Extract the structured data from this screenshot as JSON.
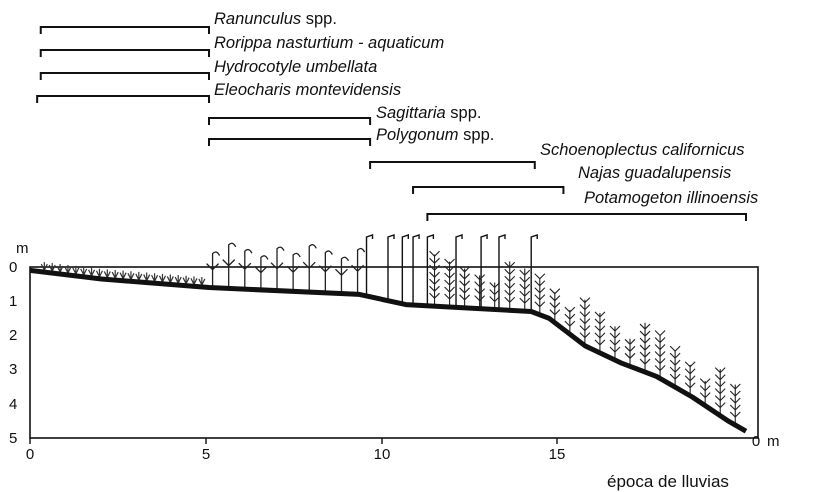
{
  "x_axis": {
    "unit": "m",
    "ticks": [
      "0",
      "5",
      "10",
      "15"
    ],
    "caption": "época de lluvias"
  },
  "y_axis": {
    "unit": "m",
    "ticks": [
      "0",
      "1",
      "2",
      "3",
      "4",
      "5"
    ]
  },
  "species": [
    {
      "genus": "Ranunculus",
      "suffix": " spp.",
      "range_m": [
        0.3,
        5.0
      ]
    },
    {
      "genus": "Rorippa nasturtium - aquaticum",
      "suffix": "",
      "range_m": [
        0.3,
        5.0
      ]
    },
    {
      "genus": "Hydrocotyle umbellata",
      "suffix": "",
      "range_m": [
        0.3,
        5.0
      ]
    },
    {
      "genus": "Eleocharis montevidensis",
      "suffix": "",
      "range_m": [
        0.2,
        5.0
      ]
    },
    {
      "genus": "Sagittaria",
      "suffix": " spp.",
      "range_m": [
        5.0,
        9.5
      ]
    },
    {
      "genus": "Polygonum",
      "suffix": " spp.",
      "range_m": [
        5.0,
        9.5
      ]
    },
    {
      "genus": "Schoenoplectus californicus",
      "suffix": "",
      "range_m": [
        9.5,
        14.1
      ]
    },
    {
      "genus": "Najas guadalupensis",
      "suffix": "",
      "range_m": [
        10.7,
        14.9
      ]
    },
    {
      "genus": "Potamogeton illinoensis",
      "suffix": "",
      "range_m": [
        11.1,
        20.0
      ]
    }
  ],
  "profile_depth_m": [
    [
      0,
      0.1
    ],
    [
      2,
      0.35
    ],
    [
      5,
      0.6
    ],
    [
      9.2,
      0.8
    ],
    [
      10.5,
      1.1
    ],
    [
      14,
      1.3
    ],
    [
      14.5,
      1.5
    ],
    [
      15.5,
      2.3
    ],
    [
      16.5,
      2.8
    ],
    [
      17.5,
      3.2
    ],
    [
      18.5,
      3.8
    ],
    [
      19.5,
      4.5
    ],
    [
      20,
      4.8
    ]
  ]
}
